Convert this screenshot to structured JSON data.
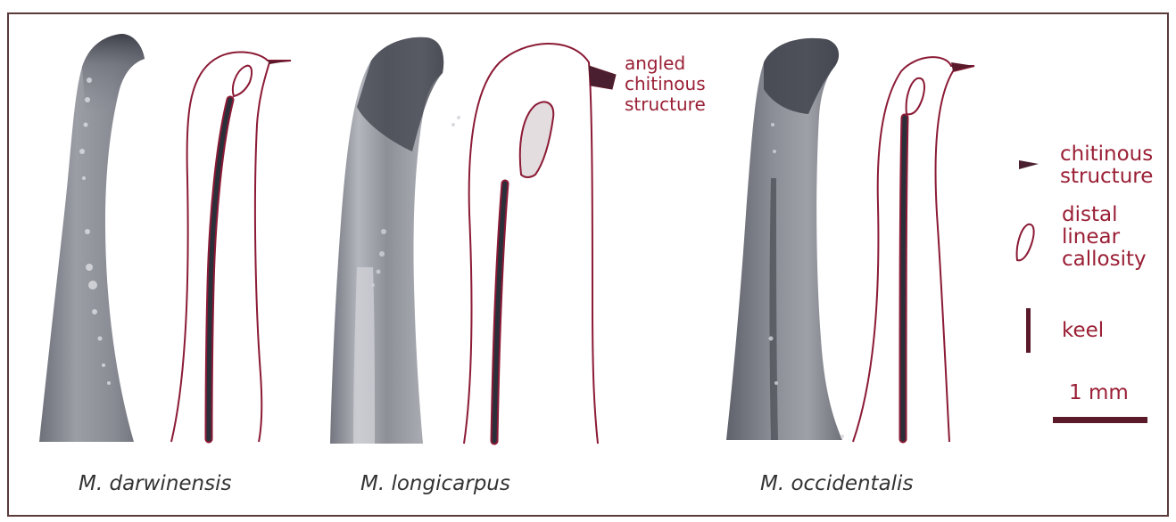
{
  "figure": {
    "species": [
      {
        "name": "M. darwinensis"
      },
      {
        "name": "M. longicarpus"
      },
      {
        "name": "M. occidentalis"
      }
    ],
    "annotation": {
      "lines": [
        "angled",
        "chitinous",
        "structure"
      ]
    },
    "legend": {
      "chitinous": [
        "chitinous",
        "structure"
      ],
      "callosity": [
        "distal",
        "linear",
        "callosity"
      ],
      "keel": [
        "keel"
      ],
      "scale": "1 mm"
    },
    "colors": {
      "outline": "#8b1a35",
      "keel": "#2a2f3a",
      "photo_dark": "#3a3c46",
      "photo_mid": "#8a8c96",
      "photo_light": "#c8cad0",
      "label": "#333333"
    }
  }
}
